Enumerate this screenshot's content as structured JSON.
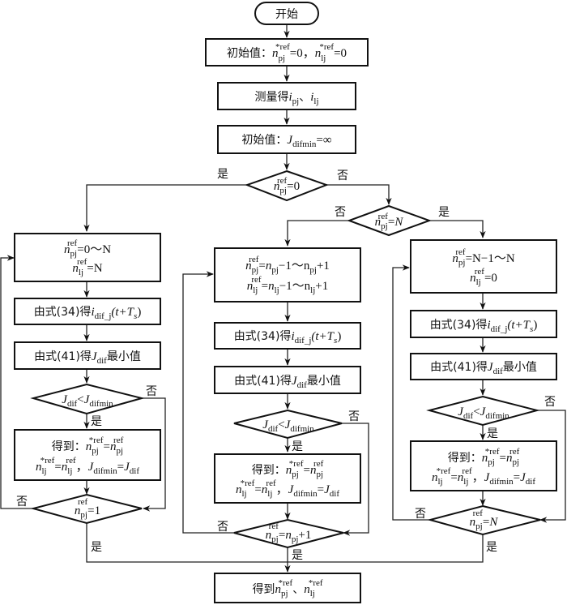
{
  "start": {
    "label": "开始"
  },
  "init1": {
    "label": "初始值：",
    "expr1": {
      "var": "n",
      "sub": "pj",
      "sup": "*ref",
      "rhs": "=0，"
    },
    "expr2": {
      "var": "n",
      "sub": "lj",
      "sup": "*ref",
      "rhs": "=0"
    }
  },
  "measure": {
    "label": "测量得",
    "a": {
      "var": "i",
      "sub": "pj"
    },
    "sep": "、",
    "b": {
      "var": "i",
      "sub": "lj"
    }
  },
  "init2": {
    "label": "初始值：",
    "var": "J",
    "sub": "difmin",
    "rhs": "=∞"
  },
  "decision1": {
    "var": "n",
    "sub": "pj",
    "sup": "ref",
    "rhs": "=0",
    "yes": "是",
    "no": "否"
  },
  "decision2": {
    "var": "n",
    "sub": "pj",
    "sup": "ref",
    "rhs": "=N",
    "yes": "是",
    "no": "否"
  },
  "branches": [
    {
      "id": "left",
      "range": {
        "line1": {
          "var": "n",
          "sub": "pj",
          "sup": "ref",
          "rhs": "=0～N"
        },
        "line2": {
          "var": "n",
          "sub": "lj",
          "sup": "ref",
          "rhs": "=N"
        }
      },
      "calc_i": {
        "prefix": "由式(34)得",
        "var": "i",
        "sub": "dif_j",
        "rhs": "(t+T",
        "rhs_sub": "s",
        "rhs_end": ")"
      },
      "calc_J": {
        "prefix": "由式(41)得",
        "var": "J",
        "sub": "dif",
        "suffix": "最小值"
      },
      "compare": {
        "lhs": "J",
        "lhs_sub": "dif",
        "op": "<",
        "rhs": "J",
        "rhs_sub": "difmin",
        "yes": "是",
        "no": "否"
      },
      "update": {
        "label": "得到：",
        "line1": "n*ref_pj = n ref_pj",
        "line2": "n*ref_lj = n ref_lj ，J difmin = J dif"
      },
      "loop_check": {
        "var": "n",
        "sub": "pj",
        "sup": "ref",
        "rhs": "=1",
        "yes": "是",
        "no": "否"
      }
    },
    {
      "id": "middle",
      "range": {
        "line1": {
          "var": "n",
          "sub": "pj",
          "sup": "ref",
          "rhs": "=n*pj−1～n*pj+1"
        },
        "line2": {
          "var": "n",
          "sub": "lj",
          "sup": "ref",
          "rhs": "=n*lj−1～n*lj+1"
        }
      },
      "calc_i": {
        "prefix": "由式(34)得",
        "var": "i",
        "sub": "dif_j",
        "rhs": "(t+T",
        "rhs_sub": "s",
        "rhs_end": ")"
      },
      "calc_J": {
        "prefix": "由式(41)得",
        "var": "J",
        "sub": "dif",
        "suffix": "最小值"
      },
      "compare": {
        "lhs": "J",
        "lhs_sub": "dif",
        "op": "<",
        "rhs": "J",
        "rhs_sub": "difmin",
        "yes": "是",
        "no": "否"
      },
      "update": {
        "label": "得到：",
        "line1": "n*ref_pj = n ref_pj",
        "line2": "n*ref_lj = n ref_lj ，J difmin = J dif"
      },
      "loop_check": {
        "var": "n",
        "sub": "pj",
        "sup": "ref",
        "rhs": "=n*pj+1",
        "yes": "是",
        "no": "否"
      }
    },
    {
      "id": "right",
      "range": {
        "line1": {
          "var": "n",
          "sub": "pj",
          "sup": "ref",
          "rhs": "=N−1～N"
        },
        "line2": {
          "var": "n",
          "sub": "lj",
          "sup": "ref",
          "rhs": "=0"
        }
      },
      "calc_i": {
        "prefix": "由式(34)得",
        "var": "i",
        "sub": "dif_j",
        "rhs": "(t+T",
        "rhs_sub": "s",
        "rhs_end": ")"
      },
      "calc_J": {
        "prefix": "由式(41)得",
        "var": "J",
        "sub": "dif",
        "suffix": "最小值"
      },
      "compare": {
        "lhs": "J",
        "lhs_sub": "dif",
        "op": "<",
        "rhs": "J",
        "rhs_sub": "difmin",
        "yes": "是",
        "no": "否"
      },
      "update": {
        "label": "得到：",
        "line1": "n*ref_pj = n ref_pj",
        "line2": "n*ref_lj = n ref_lj ，J difmin = J dif"
      },
      "loop_check": {
        "var": "n",
        "sub": "pj",
        "sup": "ref",
        "rhs": "=N",
        "yes": "是",
        "no": "否"
      }
    }
  ],
  "end": {
    "label": "得到",
    "a": {
      "var": "n",
      "sub": "pj",
      "sup": "*ref"
    },
    "sep": "、",
    "b": {
      "var": "n",
      "sub": "lj",
      "sup": "*ref"
    }
  },
  "texts": {
    "yes": "是",
    "no": "否",
    "get": "得到：",
    "comma": "，",
    "eq": "=",
    "star": "*",
    "ref": "ref",
    "pj": "pj",
    "lj": "lj",
    "dif": "dif",
    "difmin": "difmin",
    "n": "n",
    "i": "i",
    "J": "J",
    "N": "N",
    "eq0": "=0",
    "eq1": "=1",
    "eqN": "=N",
    "calc34": "由式(34)得",
    "calc41": "由式(41)得",
    "min": "最小值",
    "difj": "dif_j",
    "tTs": "(t+T",
    "s": "s",
    "close": ")",
    "lt": "<",
    "range_left": "=0～N",
    "range_right": "=N−1～N",
    "mid_p": "=n",
    "mid_m1": "−1～n",
    "mid_p1": "+1",
    "plus1": "+1"
  }
}
